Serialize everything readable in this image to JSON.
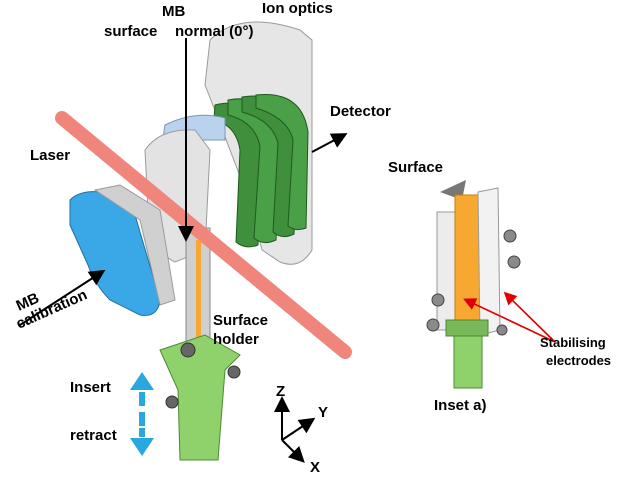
{
  "labels": {
    "mb_surface_normal": "MB",
    "mb_surface_normal_2": "surface",
    "mb_surface_normal_3": "normal (0°)",
    "ion_optics": "Ion optics",
    "detector": "Detector",
    "laser": "Laser",
    "mb_calibration_1": "MB",
    "mb_calibration_2": "calibration",
    "surface_holder_1": "Surface",
    "surface_holder_2": "holder",
    "insert": "Insert",
    "retract": "retract",
    "axis_z": "Z",
    "axis_y": "Y",
    "axis_x": "X",
    "inset_surface": "Surface",
    "stabilising_1": "Stabilising",
    "stabilising_2": "electrodes",
    "inset_label": "Inset a)"
  },
  "colors": {
    "laser": "#f0857c",
    "green": "#3f8f3c",
    "green_light": "#8fd16a",
    "blue": "#3aa8e6",
    "grey": "#d9d9d9",
    "orange": "#f7a830",
    "arrow_red": "#e00000",
    "arrow_blue": "#29a8e0"
  }
}
